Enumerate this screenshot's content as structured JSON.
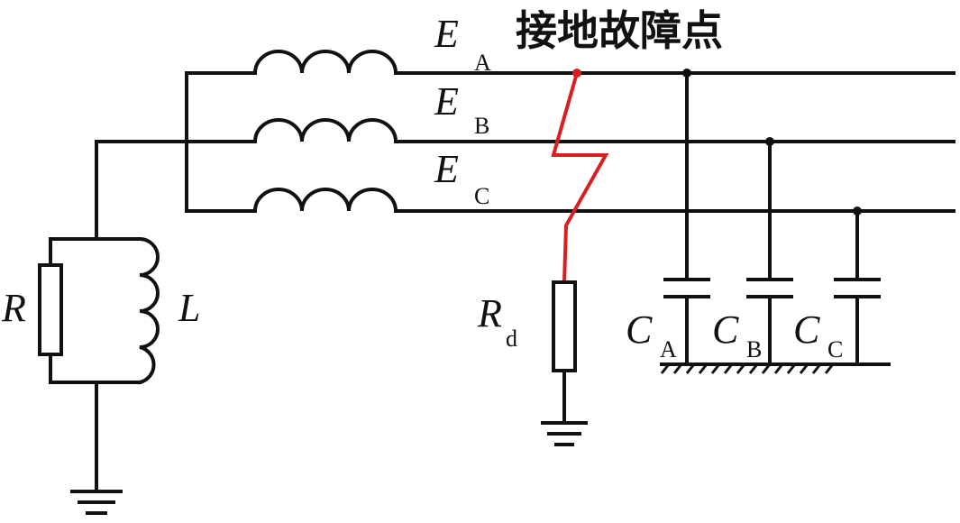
{
  "title": "接地故障点",
  "colors": {
    "wire": "#111111",
    "fault": "#d81e1e",
    "background": "#ffffff"
  },
  "sources": [
    {
      "symbol": "E",
      "sub": "A"
    },
    {
      "symbol": "E",
      "sub": "B"
    },
    {
      "symbol": "E",
      "sub": "C"
    }
  ],
  "neutral": {
    "resistor": {
      "symbol": "R"
    },
    "inductor": {
      "symbol": "L"
    }
  },
  "fault_resistor": {
    "symbol": "R",
    "sub": "d"
  },
  "capacitors": [
    {
      "symbol": "C",
      "sub": "A"
    },
    {
      "symbol": "C",
      "sub": "B"
    },
    {
      "symbol": "C",
      "sub": "C"
    }
  ]
}
